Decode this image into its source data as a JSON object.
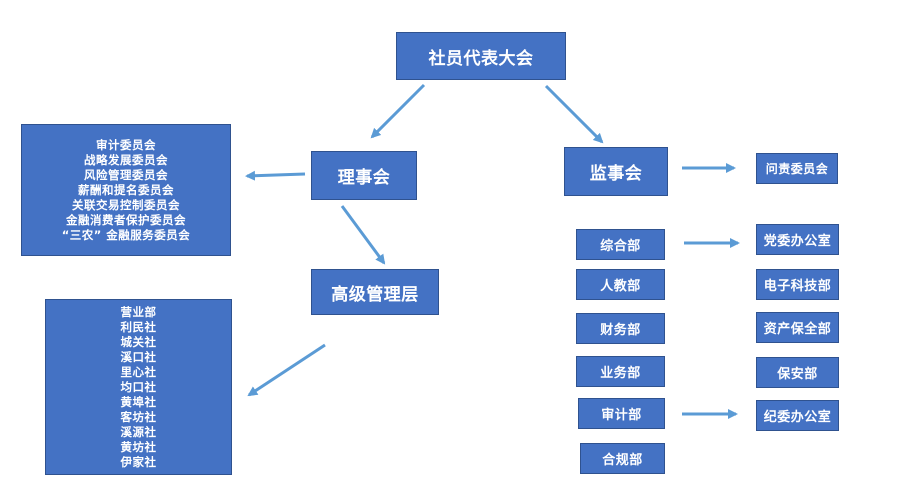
{
  "top": {
    "label": "社员代表大会"
  },
  "board": {
    "label": "理事会"
  },
  "supervisory": {
    "label": "监事会"
  },
  "management": {
    "label": "高级管理层"
  },
  "committees": {
    "items": [
      "审计委员会",
      "战略发展委员会",
      "风险管理委员会",
      "薪酬和提名委员会",
      "关联交易控制委员会",
      "金融消费者保护委员会",
      "“三农” 金融服务委员会"
    ]
  },
  "branches": {
    "items": [
      "营业部",
      "利民社",
      "城关社",
      "溪口社",
      "里心社",
      "均口社",
      "黄埠社",
      "客坊社",
      "溪源社",
      "黄坊社",
      "伊家社"
    ]
  },
  "accountability": {
    "label": "问责委员会"
  },
  "departments": {
    "zonghe": "综合部",
    "renjiao": "人教部",
    "caiwu": "财务部",
    "yewu": "业务部",
    "shenji": "审计部",
    "hegui": "合规部"
  },
  "right_units": {
    "party_office": "党委办公室",
    "it": "电子科技部",
    "asset": "资产保全部",
    "security": "保安部",
    "discipline_office": "纪委办公室"
  },
  "colors": {
    "box_fill": "#4472c4",
    "box_border": "#2f528f",
    "arrow": "#5b9bd5",
    "text": "#ffffff"
  }
}
